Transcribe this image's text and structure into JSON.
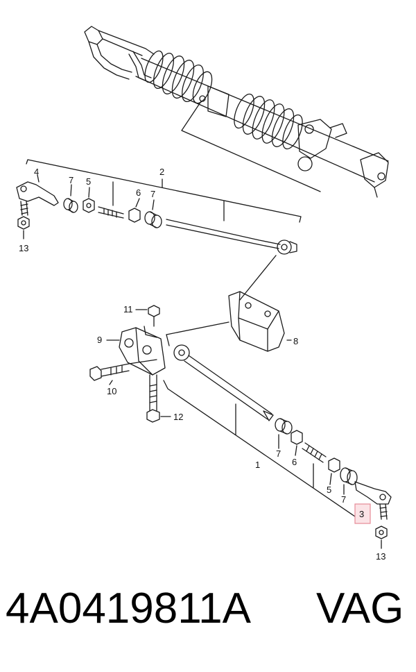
{
  "labels": {
    "l1": "1",
    "l2": "2",
    "l3": "3",
    "l4": "4",
    "l5a": "5",
    "l5b": "5",
    "l6a": "6",
    "l6b": "6",
    "l7a": "7",
    "l7b": "7",
    "l7c": "7",
    "l7d": "7",
    "l8": "8",
    "l9": "9",
    "l10": "10",
    "l11": "11",
    "l12": "12",
    "l13a": "13",
    "l13b": "13"
  },
  "footer": {
    "part_number": "4A0419811A",
    "brand": "VAG"
  },
  "colors": {
    "line": "#1a1a1a",
    "highlight_fill": "#fbe3e6",
    "highlight_stroke": "#e58a97"
  }
}
